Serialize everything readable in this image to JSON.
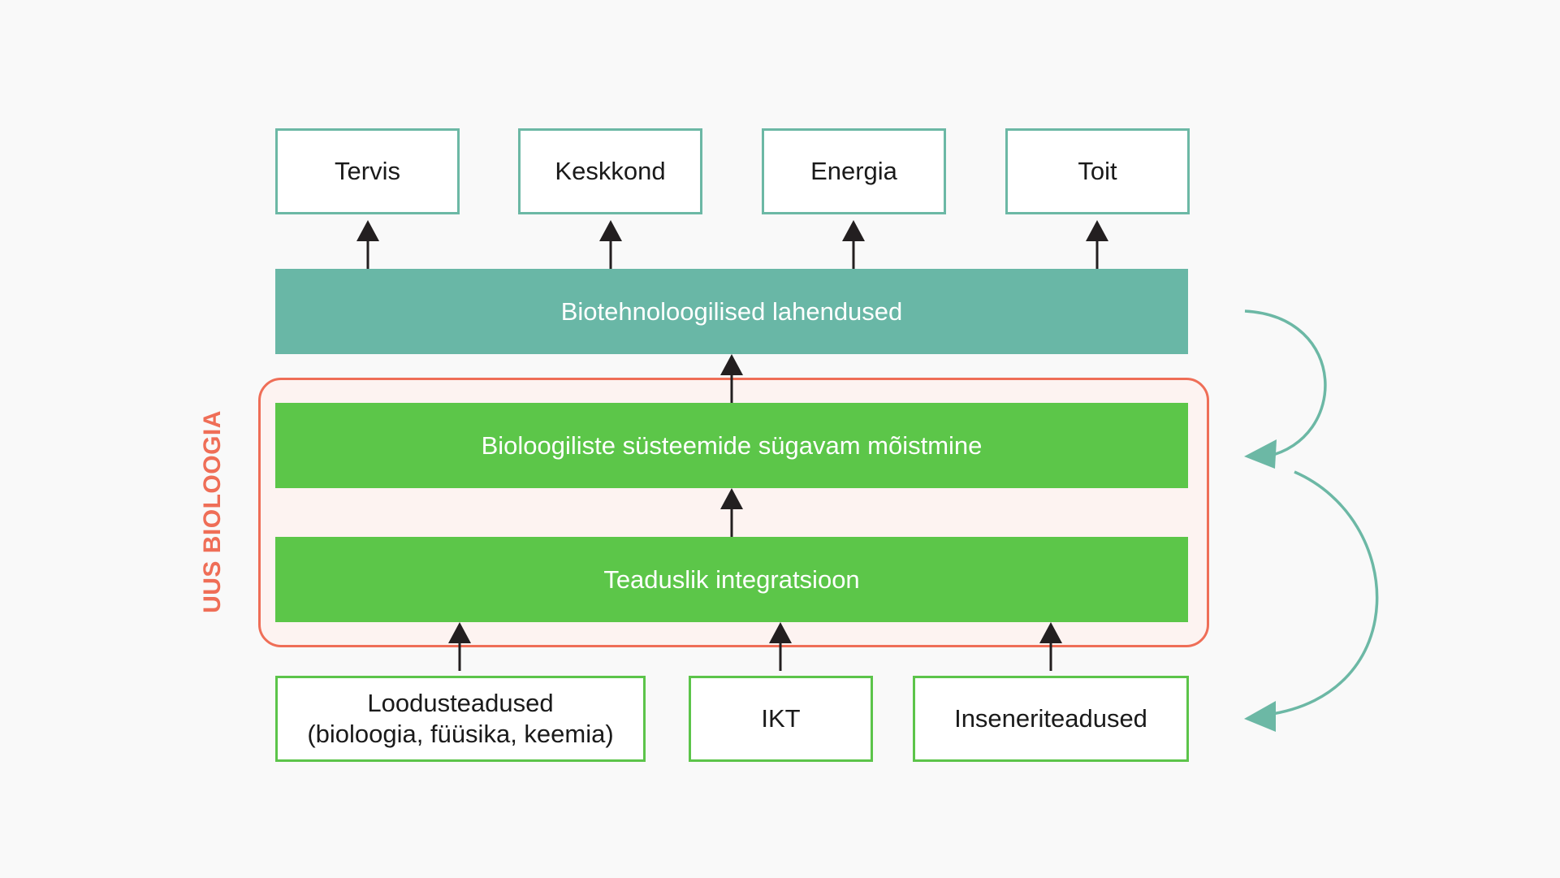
{
  "colors": {
    "background": "#f9f9f9",
    "outcome_border": "#6cb8a5",
    "teal_band": "#69b7a6",
    "green_band": "#5cc649",
    "input_border": "#5cc44a",
    "frame": "#ef6e57",
    "frame_fill": "#fdf3f1",
    "arrow": "#231f20",
    "cycle_arrow": "#6cb8a5"
  },
  "outcomes": [
    "Tervis",
    "Keskkond",
    "Energia",
    "Toit"
  ],
  "bands": {
    "solutions": "Biotehnoloogilised lahendused",
    "understanding": "Bioloogiliste süsteemide sügavam mõistmine",
    "integration": "Teaduslik integratsioon"
  },
  "frame_label": "UUS BIOLOOGIA",
  "inputs": {
    "natural_sciences_line1": "Loodusteadused",
    "natural_sciences_line2": "(bioloogia, füüsika, keemia)",
    "ict": "IKT",
    "engineering": "Inseneriteadused"
  }
}
